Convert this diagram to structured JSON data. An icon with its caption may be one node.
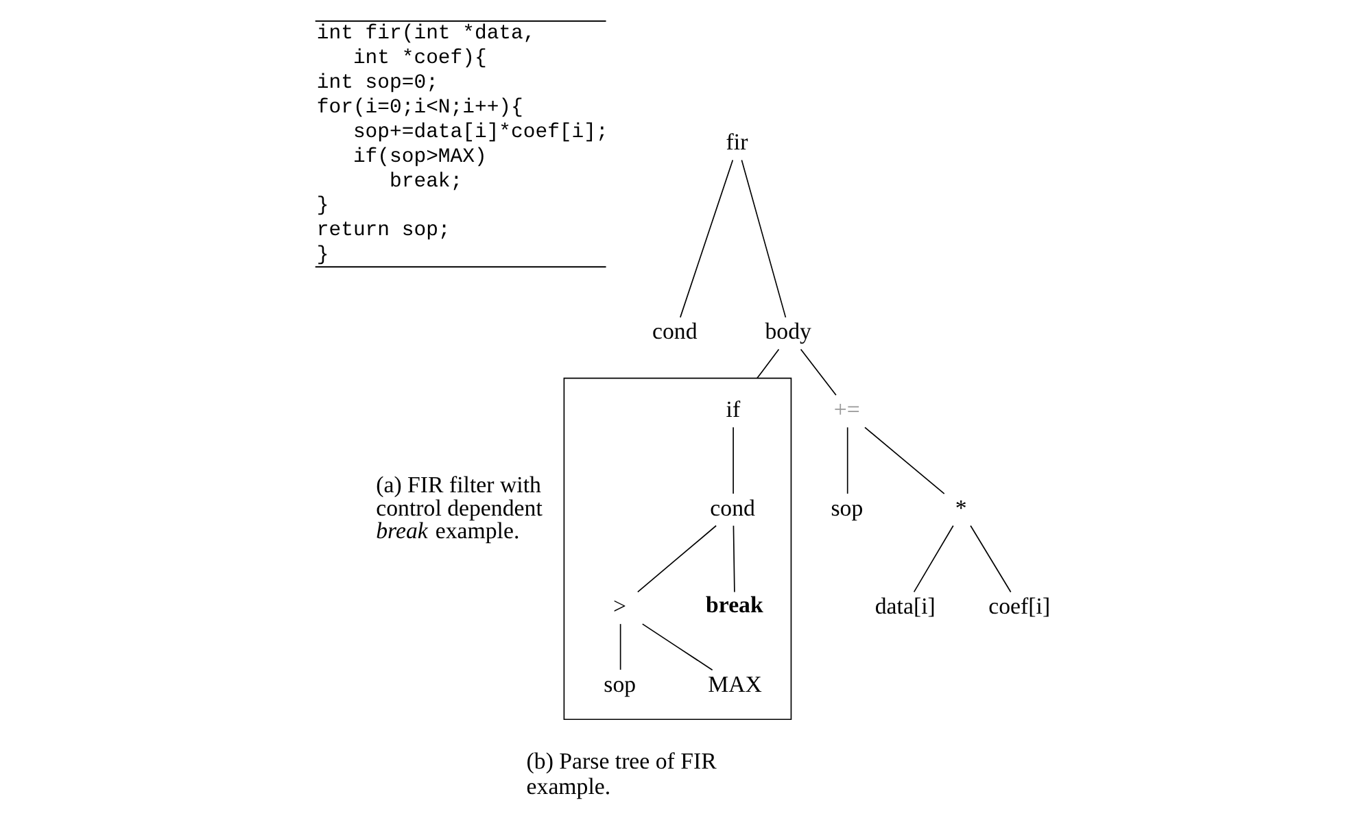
{
  "diagram": {
    "nodes": [
      {
        "text": [
          "fir"
        ]
      },
      {
        "text": [
          "cond"
        ]
      },
      {
        "text": [
          "body"
        ]
      },
      {
        "text": [
          "+="
        ]
      },
      {
        "text": [
          "sop"
        ]
      },
      {
        "text": [
          "*"
        ]
      },
      {
        "text": [
          "data[i]"
        ]
      },
      {
        "text": [
          "coef[i]"
        ]
      },
      {
        "text": [],
        "shape": "box"
      },
      {
        "text": [
          "if"
        ],
        "in": 8
      },
      {
        "text": [
          "cond"
        ],
        "in": 8
      },
      {
        "text": [
          ">"
        ],
        "in": 8
      },
      {
        "text": [
          "break"
        ],
        "in": 8
      },
      {
        "text": [
          "sop"
        ],
        "in": 8
      },
      {
        "text": [
          "MAX"
        ],
        "in": 8
      }
    ],
    "edges": [
      {
        "from": 0,
        "to": 1,
        "arrow": "none"
      },
      {
        "from": 0,
        "to": 2,
        "arrow": "none"
      },
      {
        "from": 2,
        "to": 3,
        "arrow": "none"
      },
      {
        "from": 2,
        "to": 8,
        "arrow": "none"
      },
      {
        "from": 3,
        "to": 4,
        "arrow": "none"
      },
      {
        "from": 3,
        "to": 5,
        "arrow": "none"
      },
      {
        "from": 5,
        "to": 6,
        "arrow": "none"
      },
      {
        "from": 5,
        "to": 7,
        "arrow": "none"
      },
      {
        "from": 9,
        "to": 10,
        "arrow": "none"
      },
      {
        "from": 10,
        "to": 11,
        "arrow": "none"
      },
      {
        "from": 10,
        "to": 12,
        "arrow": "none"
      },
      {
        "from": 11,
        "to": 13,
        "arrow": "none"
      },
      {
        "from": 11,
        "to": 14,
        "arrow": "none"
      }
    ],
    "labels": [
      "int fir(int *data,",
      "int *coef){",
      "int sop=0;",
      "for(i=0;i<N;i++){",
      "sop+=data[i]*coef[i];",
      "if(sop>MAX)",
      "break;",
      "}",
      "return sop;",
      "}",
      "(a) FIR filter with control dependent *break* example.",
      "(b) Parse tree of FIR example."
    ]
  }
}
